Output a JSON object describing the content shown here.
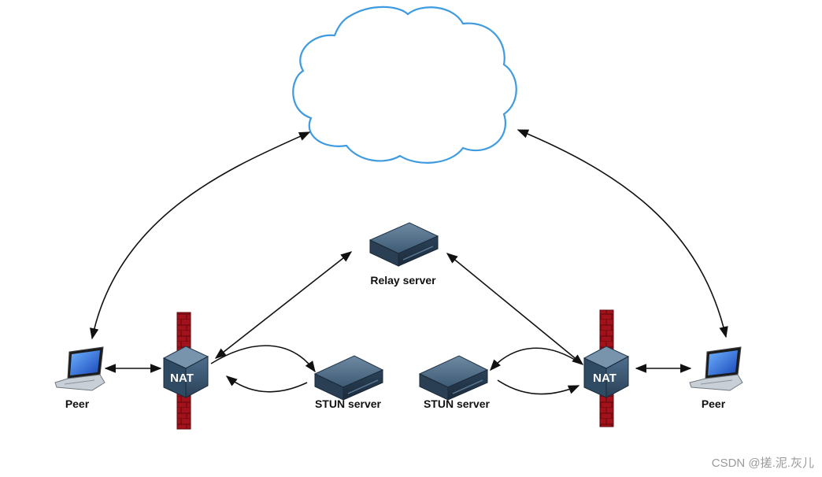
{
  "labels": {
    "relay": "Relay server",
    "stun_left": "STUN server",
    "stun_right": "STUN server",
    "peer_left": "Peer",
    "peer_right": "Peer",
    "nat_left": "NAT",
    "nat_right": "NAT"
  },
  "watermark": "CSDN @搓.泥.灰儿",
  "colors": {
    "cloud_stroke": "#3f9be0",
    "firewall": "#b3141c",
    "nat_box": "#3a5a78",
    "server": "#2f4a63",
    "arrow": "#111111"
  },
  "icons": {
    "cloud": "internet-cloud-icon",
    "server": "server-appliance-icon",
    "nat": "nat-router-icon",
    "firewall": "brick-firewall-icon",
    "peer": "laptop-icon"
  }
}
